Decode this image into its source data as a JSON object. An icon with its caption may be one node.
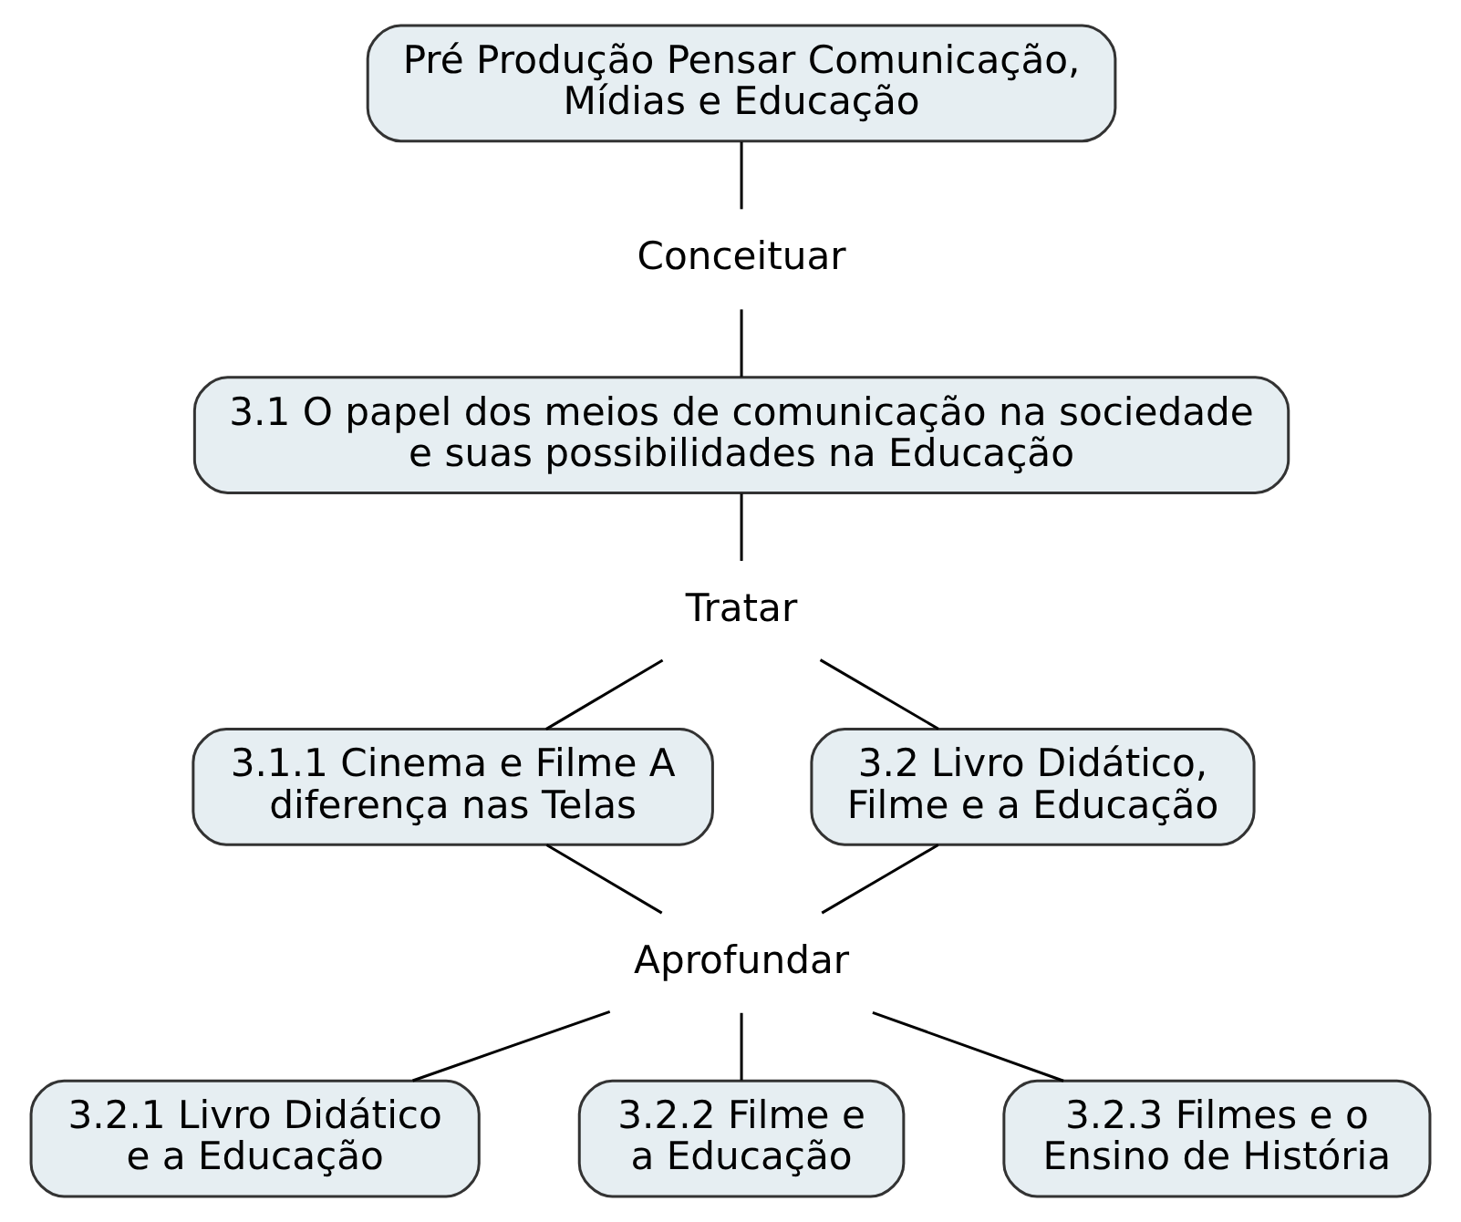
{
  "diagram": {
    "nodes": [
      {
        "text": [
          "Pré Produção Pensar Comunicação, Mídias e Educação"
        ]
      },
      {
        "text": [
          "Conceituar"
        ]
      },
      {
        "text": [
          "3.1 O papel dos meios de comunicação na sociedade e suas possibilidades na Educação"
        ]
      },
      {
        "text": [
          "Tratar"
        ]
      },
      {
        "text": [
          "3.1.1 Cinema e Filme A diferença nas Telas"
        ]
      },
      {
        "text": [
          "3.2 Livro Didático, Filme e a Educação"
        ]
      },
      {
        "text": [
          "Aprofundar"
        ]
      },
      {
        "text": [
          "3.2.1 Livro Didático e a Educação"
        ]
      },
      {
        "text": [
          "3.2.2 Filme e a Educação"
        ]
      },
      {
        "text": [
          "3.2.3 Filmes e o Ensino de História"
        ]
      }
    ],
    "edges": [
      {
        "from": 0,
        "to": 1,
        "arrow": "none"
      },
      {
        "from": 1,
        "to": 2,
        "arrow": "none"
      },
      {
        "from": 2,
        "to": 3,
        "arrow": "none"
      },
      {
        "from": 3,
        "to": 4,
        "arrow": "none"
      },
      {
        "from": 3,
        "to": 5,
        "arrow": "none"
      },
      {
        "from": 4,
        "to": 6,
        "arrow": "none"
      },
      {
        "from": 5,
        "to": 6,
        "arrow": "none"
      },
      {
        "from": 6,
        "to": 7,
        "arrow": "none"
      },
      {
        "from": 6,
        "to": 8,
        "arrow": "none"
      },
      {
        "from": 6,
        "to": 9,
        "arrow": "none"
      }
    ]
  }
}
